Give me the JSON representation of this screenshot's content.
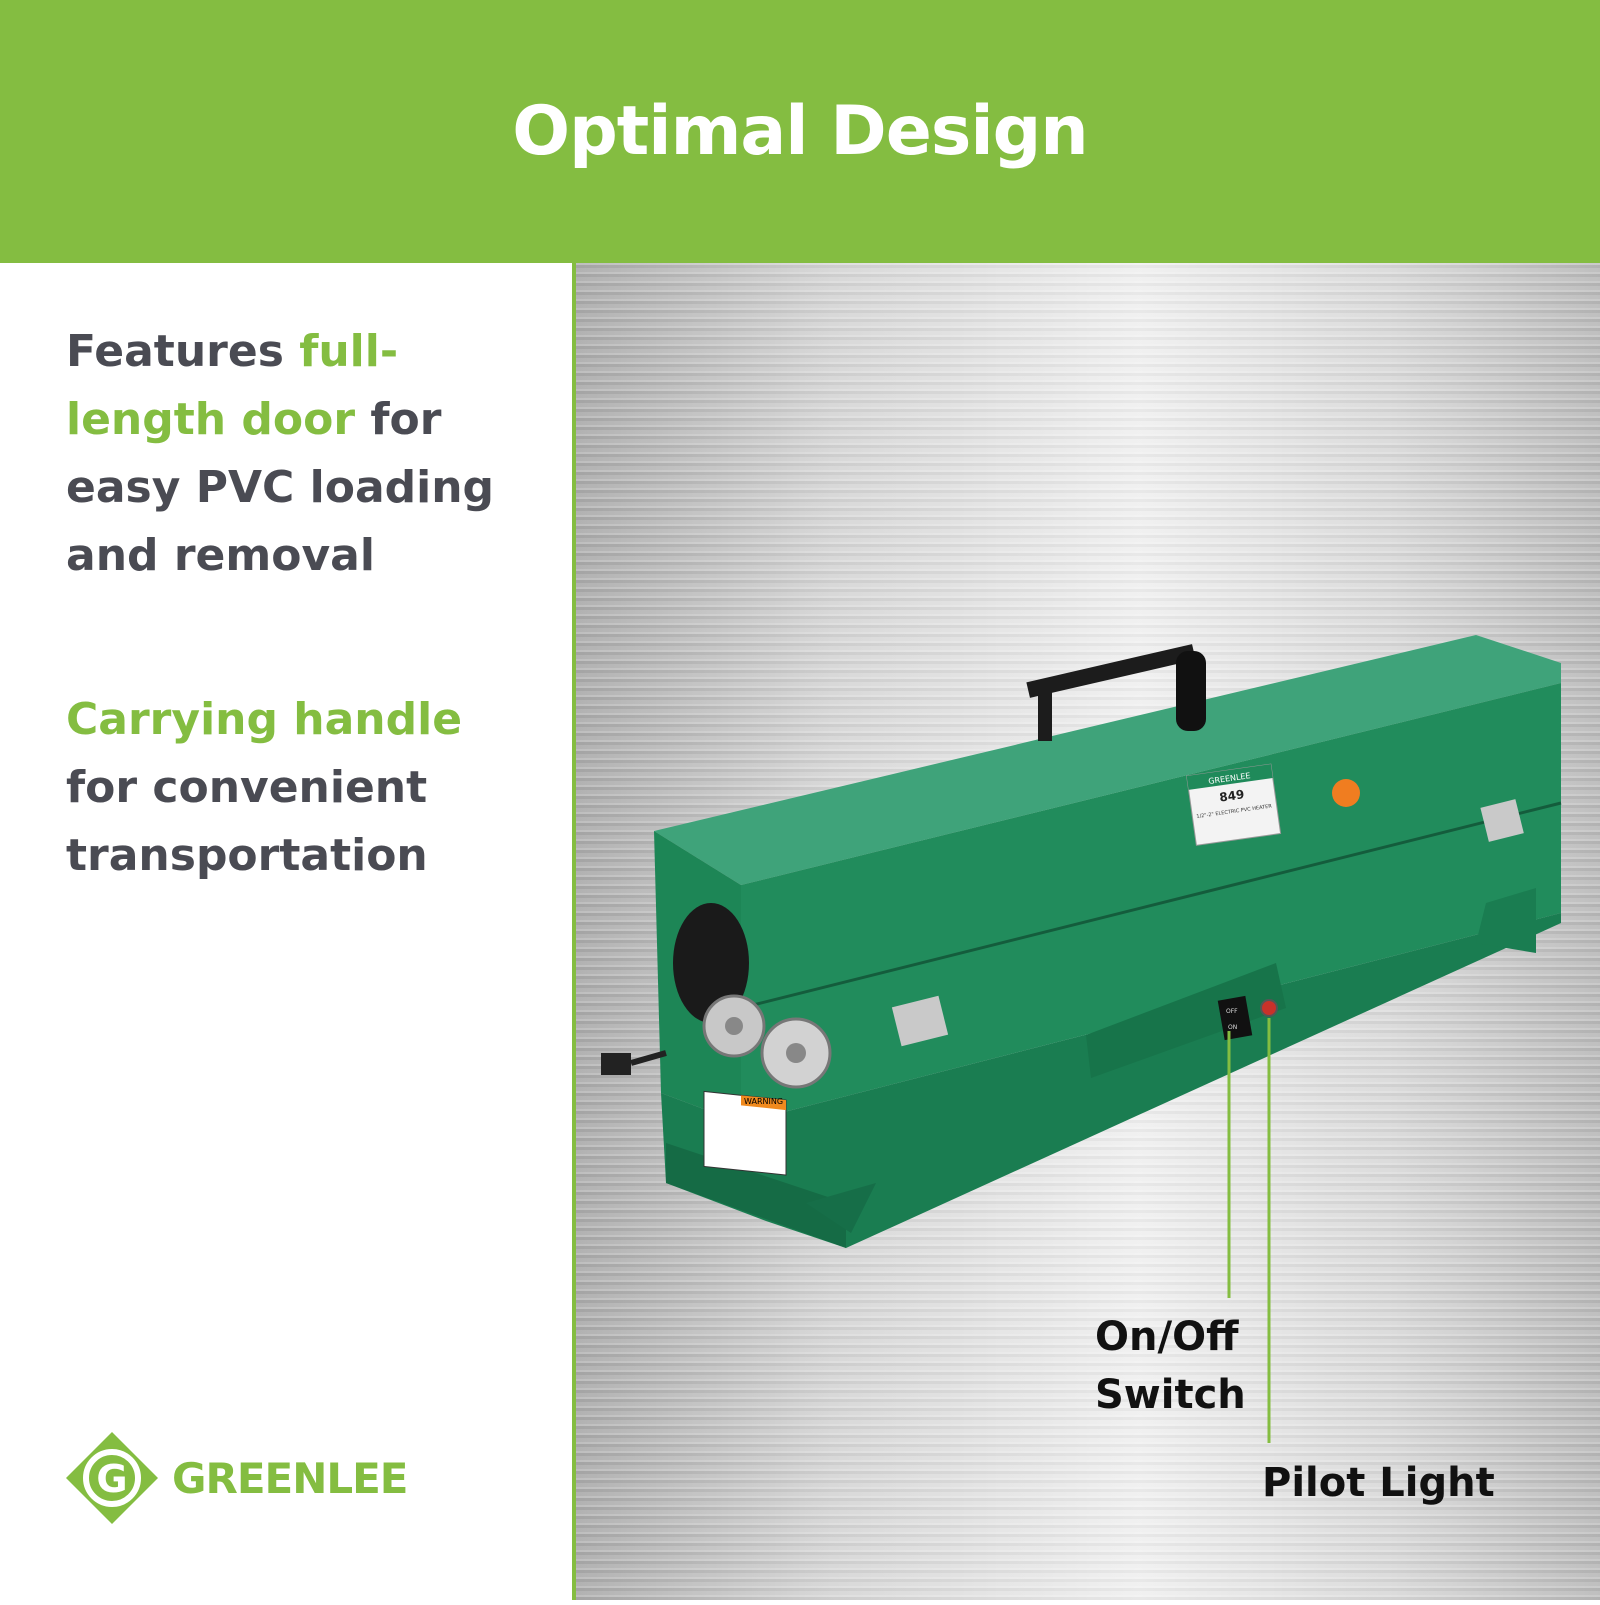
{
  "header": {
    "title": "Optimal Design"
  },
  "features": [
    {
      "parts": [
        {
          "text": "Features ",
          "highlight": false
        },
        {
          "text": "full-length door",
          "highlight": true
        },
        {
          "text": " for easy PVC loading and removal",
          "highlight": false
        }
      ]
    },
    {
      "parts": [
        {
          "text": "Carrying handle",
          "highlight": true
        },
        {
          "text": " for convenient transportation",
          "highlight": false
        }
      ]
    }
  ],
  "callouts": {
    "switch": "On/Off Switch",
    "pilot": "Pilot Light"
  },
  "product_label": {
    "brand": "GREENLEE",
    "model": "849",
    "description": "1/2\"-2\" ELECTRIC PVC HEATER"
  },
  "switch_label": {
    "off": "OFF",
    "on": "ON"
  },
  "warning_label": "WARNING",
  "logo": {
    "text": "GREENLEE",
    "mark": "G"
  },
  "colors": {
    "brand_green": "#84bd41",
    "text_dark": "#4a4b53",
    "product_green": "#1f8a5a"
  }
}
